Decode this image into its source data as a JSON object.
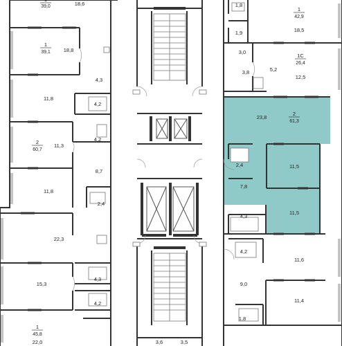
{
  "rooms": [
    {
      "id": "r-186",
      "label": "18,6"
    },
    {
      "id": "r-188",
      "label": "18,8"
    },
    {
      "id": "r-43a",
      "label": "4,3"
    },
    {
      "id": "r-118a",
      "label": "11,8"
    },
    {
      "id": "r-42a",
      "label": "4,2"
    },
    {
      "id": "r-113",
      "label": "11,3"
    },
    {
      "id": "r-42b",
      "label": "4,2"
    },
    {
      "id": "r-87",
      "label": "8,7"
    },
    {
      "id": "r-118b",
      "label": "11,8"
    },
    {
      "id": "r-24a",
      "label": "2,4"
    },
    {
      "id": "r-223",
      "label": "22,3"
    },
    {
      "id": "r-153",
      "label": "15,3"
    },
    {
      "id": "r-43b",
      "label": "4,3"
    },
    {
      "id": "r-42c",
      "label": "4,2"
    },
    {
      "id": "r-220",
      "label": "22,0"
    },
    {
      "id": "r-18a",
      "label": "1,8"
    },
    {
      "id": "r-185",
      "label": "18,5"
    },
    {
      "id": "r-19",
      "label": "1,9"
    },
    {
      "id": "r-30",
      "label": "3,0"
    },
    {
      "id": "r-52",
      "label": "5,2"
    },
    {
      "id": "r-38",
      "label": "3,8"
    },
    {
      "id": "r-125",
      "label": "12,5"
    },
    {
      "id": "r-238",
      "label": "23,8"
    },
    {
      "id": "r-24b",
      "label": "2,4"
    },
    {
      "id": "r-115a",
      "label": "11,5"
    },
    {
      "id": "r-78",
      "label": "7,8"
    },
    {
      "id": "r-43c",
      "label": "4,3"
    },
    {
      "id": "r-115b",
      "label": "11,5"
    },
    {
      "id": "r-42d",
      "label": "4,2"
    },
    {
      "id": "r-116",
      "label": "11,6"
    },
    {
      "id": "r-90",
      "label": "9,0"
    },
    {
      "id": "r-114",
      "label": "11,4"
    },
    {
      "id": "r-18b",
      "label": "1,8"
    },
    {
      "id": "r-36a",
      "label": "3,6"
    },
    {
      "id": "r-35",
      "label": "3,5"
    }
  ],
  "apartments": [
    {
      "id": "apt-a",
      "rooms": "1",
      "total": "39,0"
    },
    {
      "id": "apt-b",
      "rooms": "1",
      "total": "39,1"
    },
    {
      "id": "apt-c",
      "rooms": "2",
      "total": "60,7"
    },
    {
      "id": "apt-d",
      "rooms": "1",
      "total": "45,8"
    },
    {
      "id": "apt-e",
      "rooms": "1",
      "total": "42,9"
    },
    {
      "id": "apt-f",
      "rooms": "1С",
      "total": "26,4"
    },
    {
      "id": "apt-g",
      "rooms": "2",
      "total": "61,3",
      "highlighted": true
    }
  ],
  "colors": {
    "highlight": "#8fcac9",
    "wall": "#333333",
    "door": "#7a7a7a"
  }
}
